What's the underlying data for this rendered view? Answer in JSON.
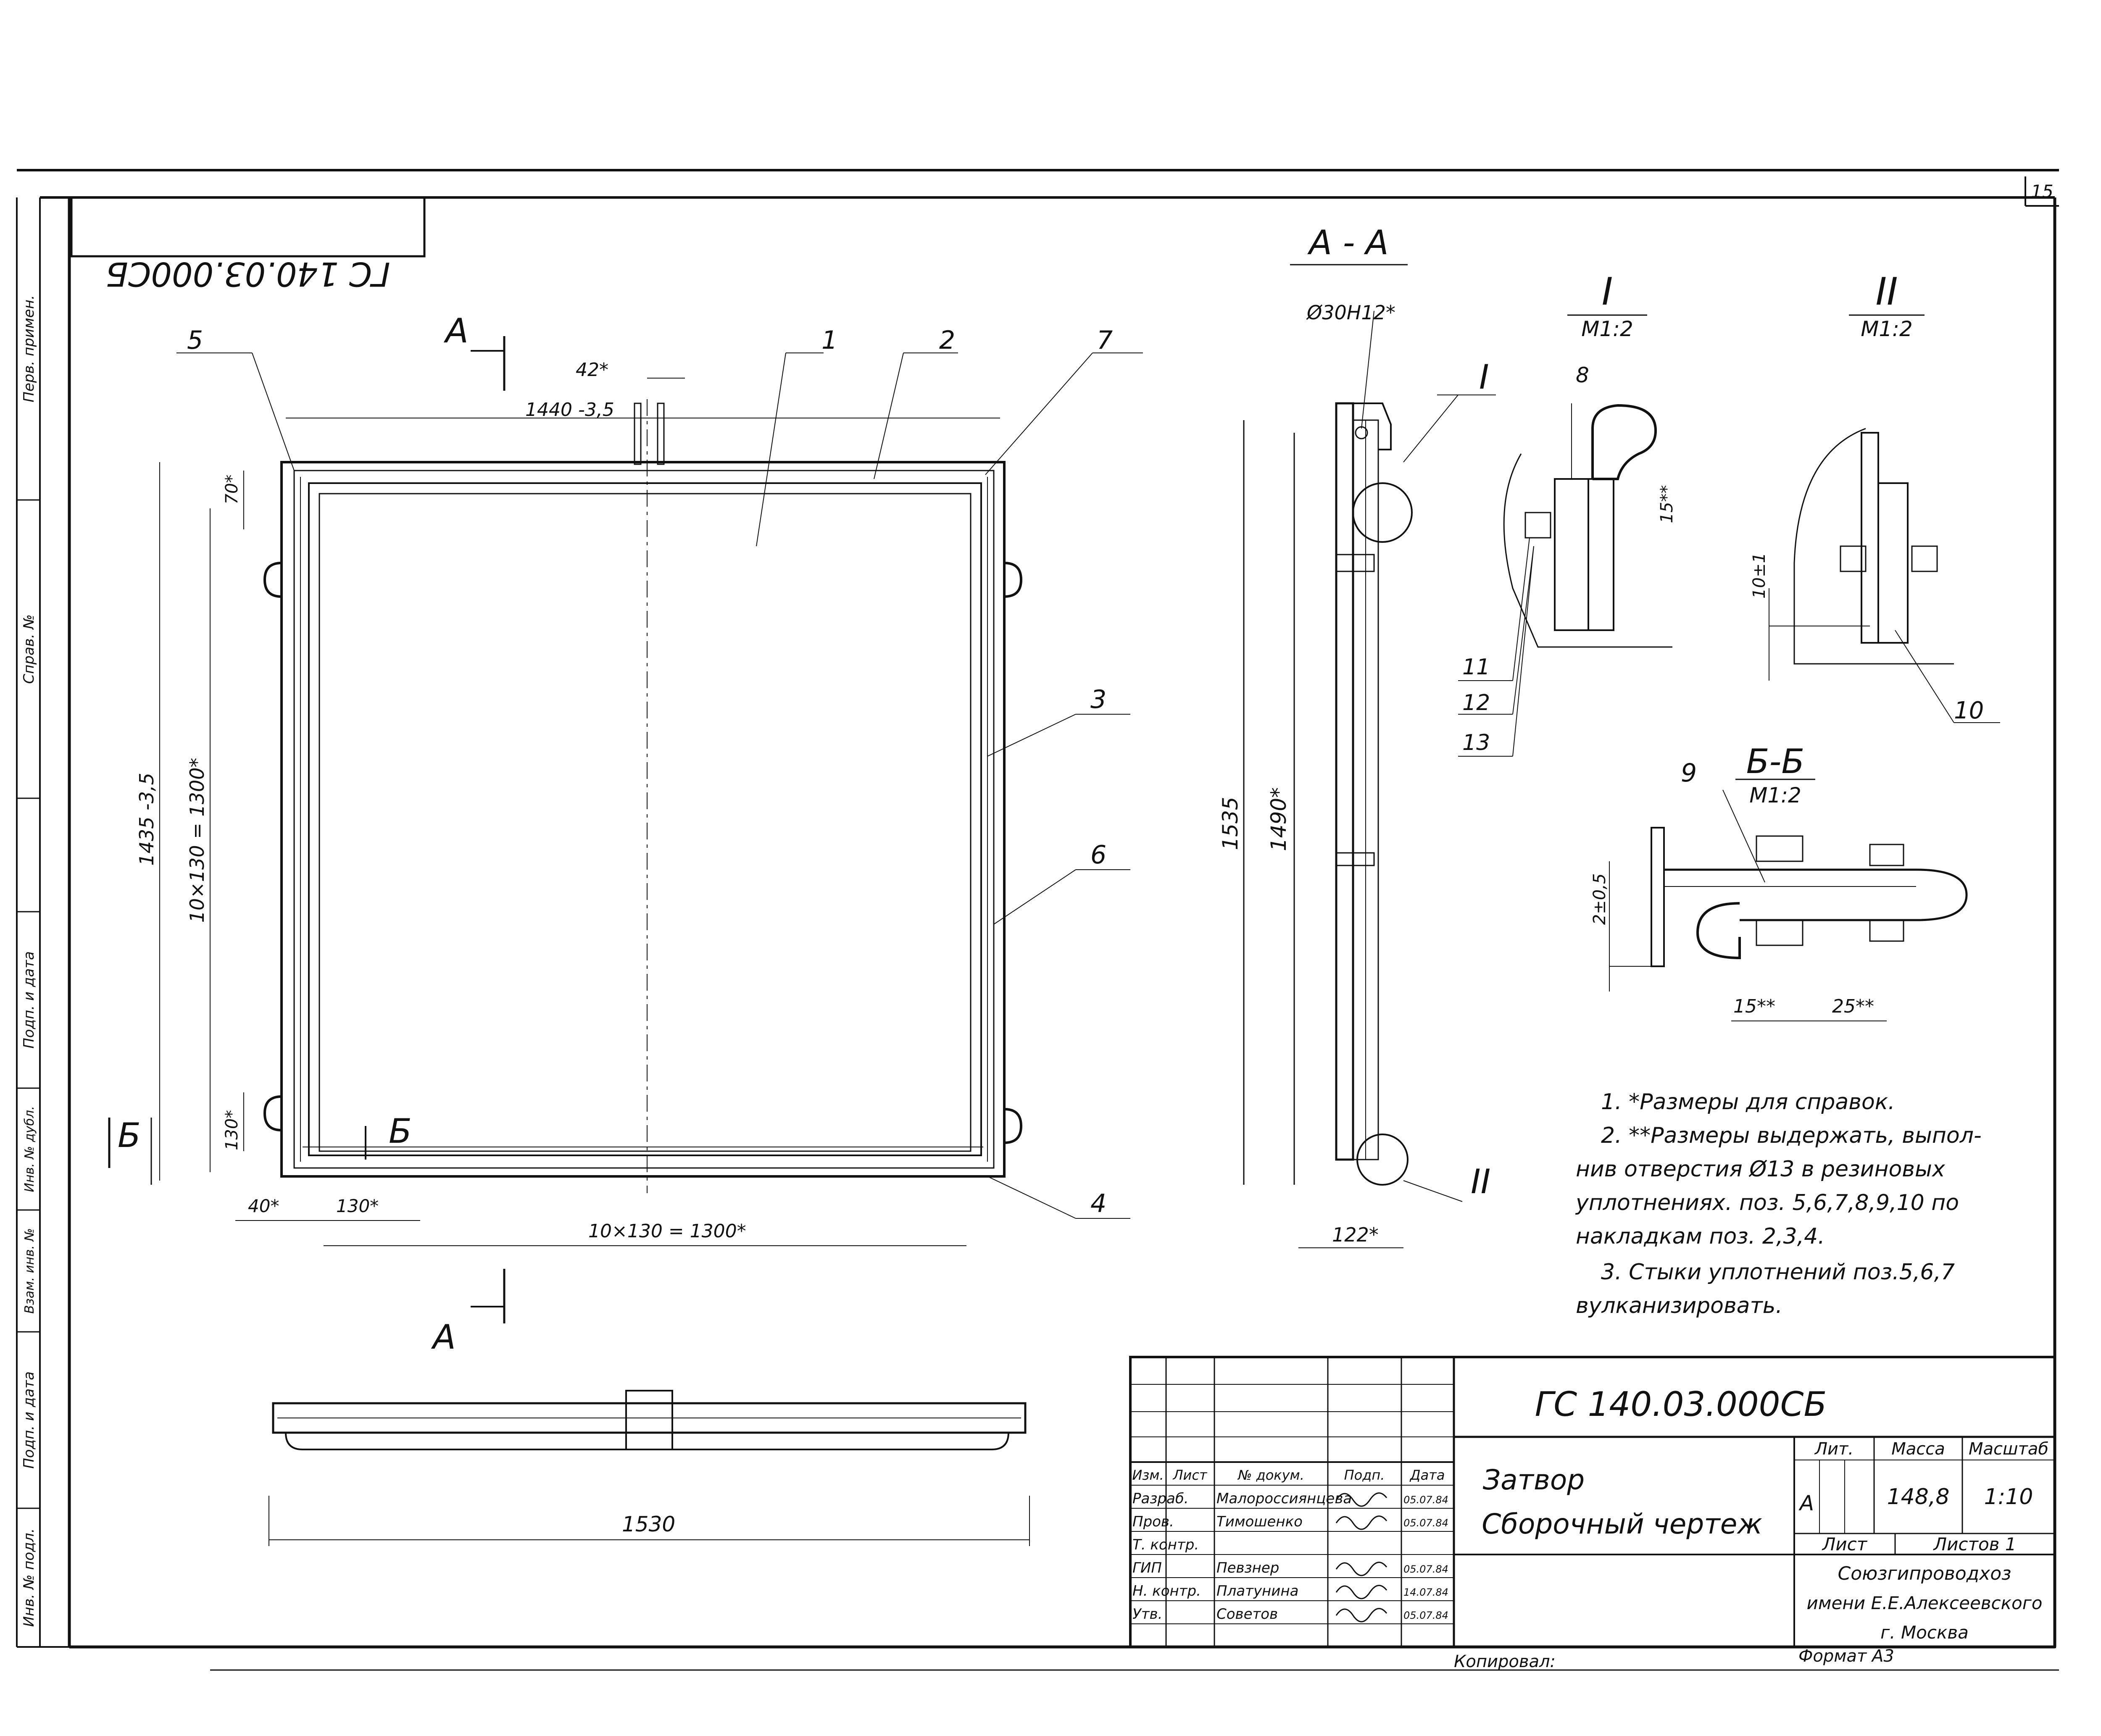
{
  "sheet": {
    "page_number": "15",
    "stamp_mirrored": "ГС 140.03.000СБ",
    "format_label": "Формат А3",
    "copied_by_label": "Копировал:"
  },
  "margin_labels": [
    "Перв. примен.",
    "Справ. №",
    "Подп. и дата",
    "Инв. № дубл.",
    "Взам. инв. №",
    "Подп. и дата",
    "Инв. № подл."
  ],
  "views": {
    "main": {
      "callouts": [
        "1",
        "2",
        "3",
        "4",
        "5",
        "6",
        "7"
      ],
      "dims": {
        "top_width": "1440 -3,5",
        "top_gap": "42*",
        "height_overall": "1435 -3,5",
        "height_pitch": "10×130 = 1300*",
        "top_offset": "70*",
        "bottom_offset": "130*",
        "left_offset": "40*",
        "pitch_bottom": "130*",
        "bottom_pitch": "10×130 = 1300*"
      },
      "section_marks": {
        "a": "А",
        "b": "Б"
      }
    },
    "side": {
      "title": "А - А",
      "hole": "Ø30Н12*",
      "height_1": "1535",
      "height_2": "1490*",
      "width": "122*",
      "detail_1": "I",
      "detail_2": "II"
    },
    "bottom": {
      "length": "1530"
    },
    "detail_I": {
      "title": "I",
      "scale": "М1:2",
      "callouts": [
        "8",
        "11",
        "12",
        "13"
      ],
      "dim": "15**"
    },
    "detail_II": {
      "title": "II",
      "scale": "М1:2",
      "callouts": [
        "10"
      ],
      "dim": "10±1"
    },
    "section_BB": {
      "title": "Б-Б",
      "scale": "М1:2",
      "callouts": [
        "9"
      ],
      "dims": {
        "gap": "2±0,5",
        "d1": "15**",
        "d2": "25**"
      }
    }
  },
  "notes": [
    "1. *Размеры для справок.",
    "2. **Размеры выдержать, выпол-",
    "нив отверстия Ø13 в резиновых",
    "уплотнениях. поз. 5,6,7,8,9,10 по",
    "накладкам поз. 2,3,4.",
    "3. Стыки уплотнений поз.5,6,7",
    "вулканизировать."
  ],
  "title_block": {
    "doc_number": "ГС 140.03.000СБ",
    "name_1": "Затвор",
    "name_2": "Сборочный чертеж",
    "headers": [
      "Изм.",
      "Лист",
      "№ докум.",
      "Подп.",
      "Дата"
    ],
    "rows": [
      {
        "role": "Разраб.",
        "name": "Малороссиянцева",
        "date": "05.07.84"
      },
      {
        "role": "Пров.",
        "name": "Тимошенко",
        "date": "05.07.84"
      },
      {
        "role": "Т. контр.",
        "name": "",
        "date": ""
      },
      {
        "role": "ГИП",
        "name": "Певзнер",
        "date": "05.07.84"
      },
      {
        "role": "Н. контр.",
        "name": "Платунина",
        "date": "14.07.84"
      },
      {
        "role": "Утв.",
        "name": "Советов",
        "date": "05.07.84"
      }
    ],
    "lit_label": "Лит.",
    "mass_label": "Масса",
    "scale_label": "Масштаб",
    "lit_value": "А",
    "mass_value": "148,8",
    "scale_value": "1:10",
    "sheet_label": "Лист",
    "sheets_label": "Листов 1",
    "org_1": "Союзгипроводхоз",
    "org_2": "имени Е.Е.Алексеевского",
    "org_3": "г. Москва"
  }
}
